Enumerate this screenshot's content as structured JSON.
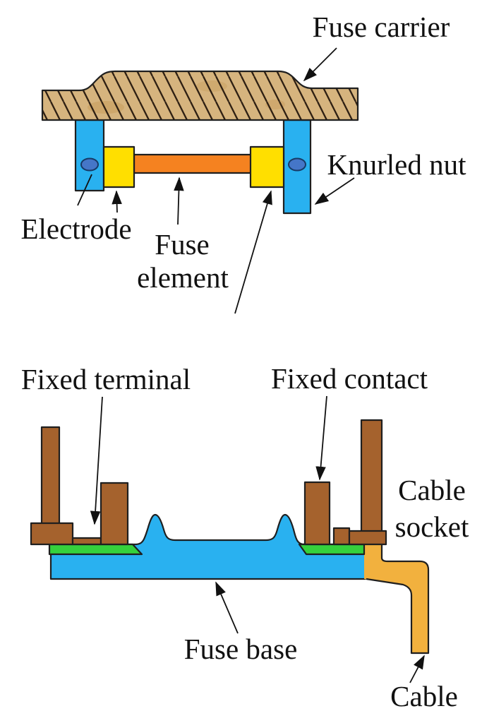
{
  "diagram": {
    "labels": {
      "fuse_carrier": "Fuse carrier",
      "knurled_nut": "Knurled nut",
      "electrode": "Electrode",
      "fuse_element_line1": "Fuse",
      "fuse_element_line2": "element",
      "fixed_terminal": "Fixed terminal",
      "fixed_contact": "Fixed contact",
      "cable_socket_line1": "Cable",
      "cable_socket_line2": "socket",
      "fuse_base": "Fuse base",
      "cable": "Cable"
    },
    "colors": {
      "carrier_tan": "#d6b47e",
      "carrier_blotch": "#c08f48",
      "hatch_line": "#2f2013",
      "blue": "#29b1f0",
      "stud_blue": "#4576c8",
      "yellow": "#ffdf00",
      "element_orange": "#f58220",
      "brown": "#a5622d",
      "green": "#35d13c",
      "cable_orange": "#f2b13e",
      "outline": "#1f1f1f",
      "text": "#111111"
    }
  }
}
